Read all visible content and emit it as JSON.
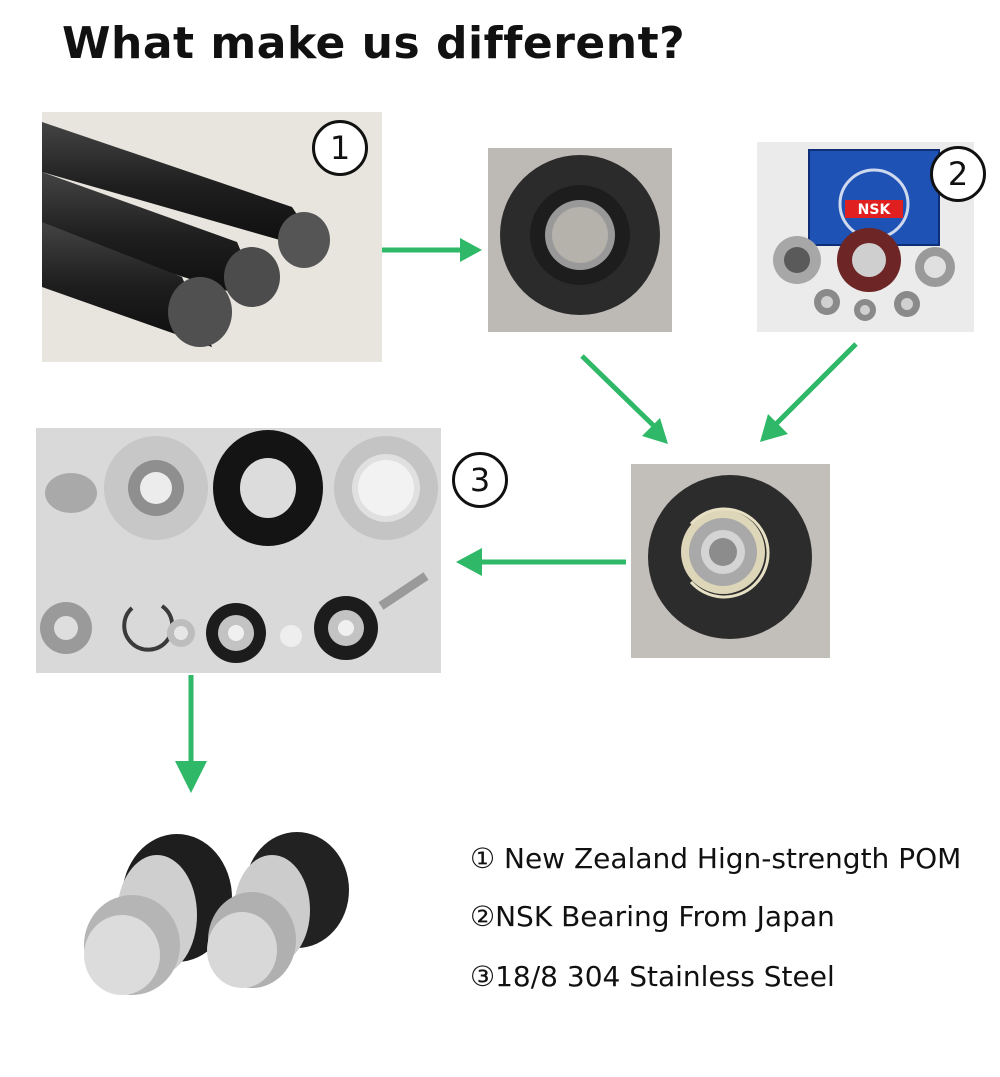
{
  "title": "What make us different?",
  "steps": [
    {
      "badge": "1",
      "legend": "① New Zealand Hign-strength POM"
    },
    {
      "badge": "2",
      "legend": "②NSK Bearing From Japan"
    },
    {
      "badge": "3",
      "legend": "③18/8 304 Stainless Steel"
    }
  ],
  "box_brand": "NSK",
  "colors": {
    "arrow": "#2eb867",
    "pom": "#2a2a2a",
    "steel": "#c9c9c9"
  }
}
